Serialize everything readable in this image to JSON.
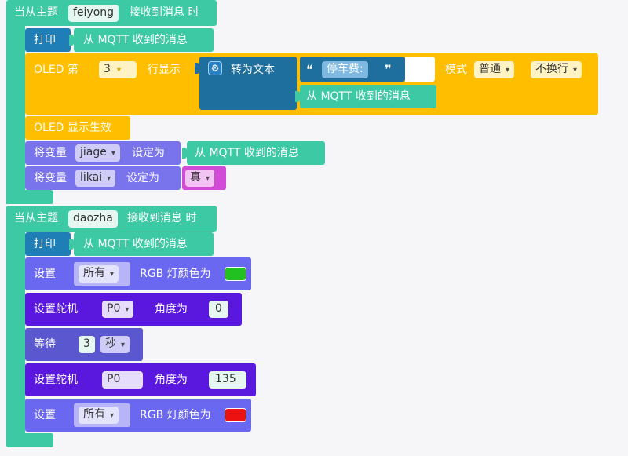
{
  "event1": {
    "prefix": "当从主题",
    "topic": "feiyong",
    "suffix": "接收到消息 时"
  },
  "event2": {
    "prefix": "当从主题",
    "topic": "daozha",
    "suffix": "接收到消息 时"
  },
  "mqtt_msg_label": "从 MQTT 收到的消息",
  "print_label": "打印",
  "oled_show": {
    "prefix": "OLED 第",
    "row": "3",
    "row_suffix": "行显示",
    "to_text": "转为文本",
    "quote_open": "❝",
    "quote_close": "❞",
    "text": "停车费:",
    "mode_label": "模式",
    "mode_value": "普通",
    "wrap_value": "不换行"
  },
  "oled_apply": "OLED 显示生效",
  "set_var1": {
    "prefix": "将变量",
    "name": "jiage",
    "suffix": "设定为"
  },
  "set_var2": {
    "prefix": "将变量",
    "name": "likai",
    "suffix": "设定为",
    "value": "真"
  },
  "rgb1": {
    "prefix": "设置",
    "target": "所有",
    "suffix": "RGB 灯颜色为",
    "color": "#22c122"
  },
  "rgb2": {
    "prefix": "设置",
    "target": "所有",
    "suffix": "RGB 灯颜色为",
    "color": "#ee1111"
  },
  "servo1": {
    "prefix": "设置舵机",
    "pin": "P0",
    "angle_label": "角度为",
    "angle": "0"
  },
  "servo2": {
    "prefix": "设置舵机",
    "pin": "P0",
    "angle_label": "角度为",
    "angle": "135"
  },
  "wait": {
    "prefix": "等待",
    "value": "3",
    "unit": "秒"
  },
  "colors": {
    "event": "#3ec9a5",
    "print": "#1f7eb5",
    "oled": "#ffbe00",
    "text_op": "#1f6f9e",
    "variable": "#7a74ec",
    "logic": "#d24bd6",
    "rgb": "#6a67f0",
    "servo": "#5a18df",
    "wait": "#5a57cf"
  }
}
